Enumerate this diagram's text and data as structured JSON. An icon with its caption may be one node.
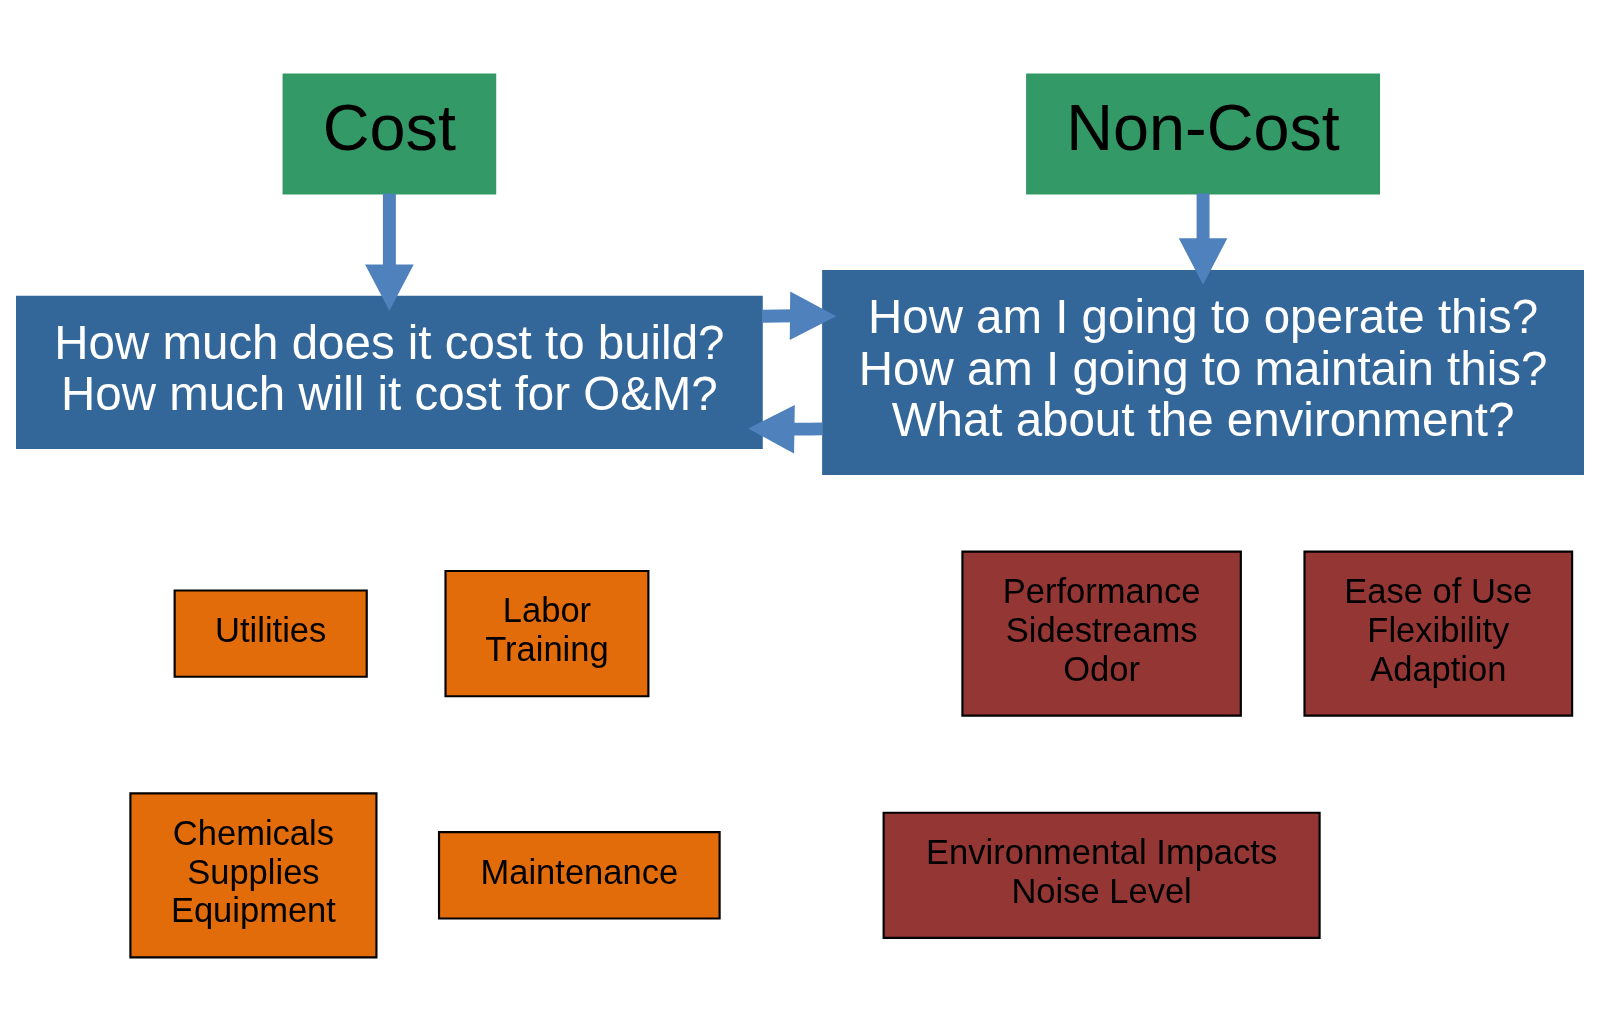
{
  "diagram": {
    "nodes": [
      {
        "text": [
          "Cost"
        ]
      },
      {
        "text": [
          "Non-Cost"
        ]
      },
      {
        "text": [
          "How much does it cost to build?",
          "How much will it cost for O&M?"
        ]
      },
      {
        "text": [
          "How am I going to operate this?",
          "How am I going to maintain this?",
          "What about the environment?"
        ]
      },
      {
        "text": [
          "Utilities"
        ]
      },
      {
        "text": [
          "Labor",
          "Training"
        ]
      },
      {
        "text": [
          "Chemicals",
          "Supplies",
          "Equipment"
        ]
      },
      {
        "text": [
          "Maintenance"
        ]
      },
      {
        "text": [
          "Performance",
          "Sidestreams",
          "Odor"
        ]
      },
      {
        "text": [
          "Ease of Use",
          "Flexibility",
          "Adaption"
        ]
      },
      {
        "text": [
          "Environmental Impacts",
          "Noise Level"
        ]
      }
    ],
    "edges": [
      {
        "from": 0,
        "to": 2,
        "arrow": "to"
      },
      {
        "from": 1,
        "to": 3,
        "arrow": "to"
      },
      {
        "from": 3,
        "to": 2,
        "arrow": "to"
      },
      {
        "from": 2,
        "to": 3,
        "arrow": "to"
      }
    ]
  }
}
